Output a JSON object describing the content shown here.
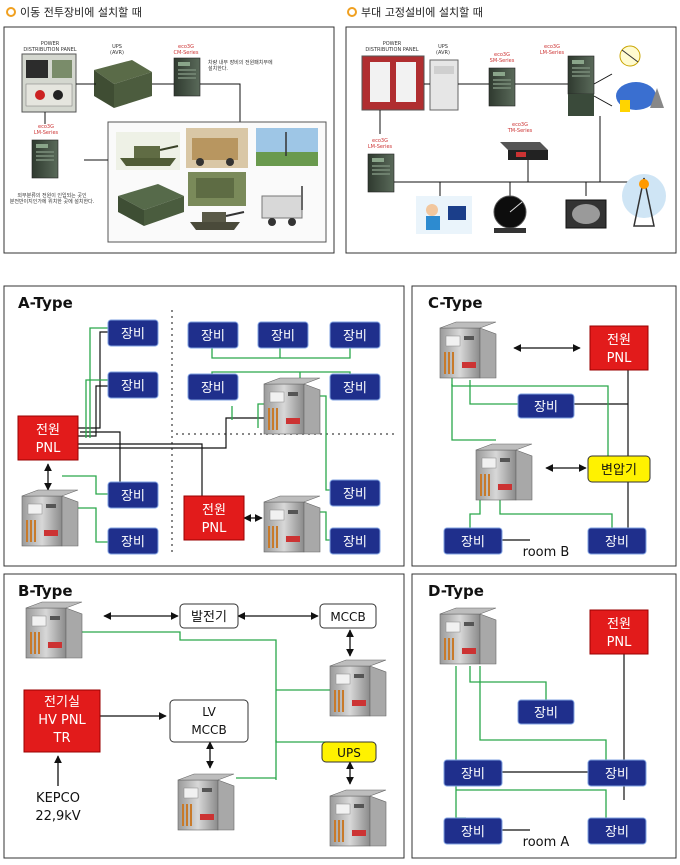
{
  "top": {
    "left_heading": "이동 전투장비에 설치할 때",
    "right_heading": "부대 고정설비에 설치할 때",
    "left": {
      "pdp_label": [
        "POWER",
        "DISTRIBUTION PANEL"
      ],
      "ups_label": [
        "UPS",
        "(AVR)"
      ],
      "cm_label": [
        "eco3G",
        "CM-Series"
      ],
      "cm_note": [
        "차량 내부 장비의 전원패치부에",
        "설치한다."
      ],
      "lm_label": [
        "eco3G",
        "LM-Series"
      ],
      "lm_note": [
        "외부분류의 전원이 인입되는 곳인",
        "분전반이지인가에 위치한 곳에 설치한다."
      ]
    },
    "right": {
      "pdp_label": [
        "POWER",
        "DISTRIBUTION PANEL"
      ],
      "ups_label": [
        "UPS",
        "(AVR)"
      ],
      "sm_label": [
        "eco3G",
        "SM-Series"
      ],
      "lm_label": [
        "eco3G",
        "LM-Series"
      ],
      "tm_label": [
        "eco3G",
        "TM-Series"
      ],
      "lm2_label": [
        "eco3G",
        "LM-Series"
      ]
    }
  },
  "a_type": {
    "title": "A-Type",
    "equip": "장비",
    "panel": [
      "전원",
      "PNL"
    ]
  },
  "c_type": {
    "title": "C-Type",
    "equip": "장비",
    "panel": [
      "전원",
      "PNL"
    ],
    "transformer": "변압기",
    "room": "room B"
  },
  "b_type": {
    "title": "B-Type",
    "generator": "발전기",
    "mccb": "MCCB",
    "lv_mccb": [
      "LV",
      "MCCB"
    ],
    "ups": "UPS",
    "elec_room": [
      "전기실",
      "HV PNL",
      "TR"
    ],
    "kepco": [
      "KEPCO",
      "22,9kV"
    ]
  },
  "d_type": {
    "title": "D-Type",
    "equip": "장비",
    "panel": [
      "전원",
      "PNL"
    ],
    "room": "room A"
  },
  "colors": {
    "blue_box": "#1f2f8c",
    "red_box": "#e21b1b",
    "yellow_box": "#fff200",
    "green_wire": "#2aa84a",
    "black_wire": "#111111"
  }
}
